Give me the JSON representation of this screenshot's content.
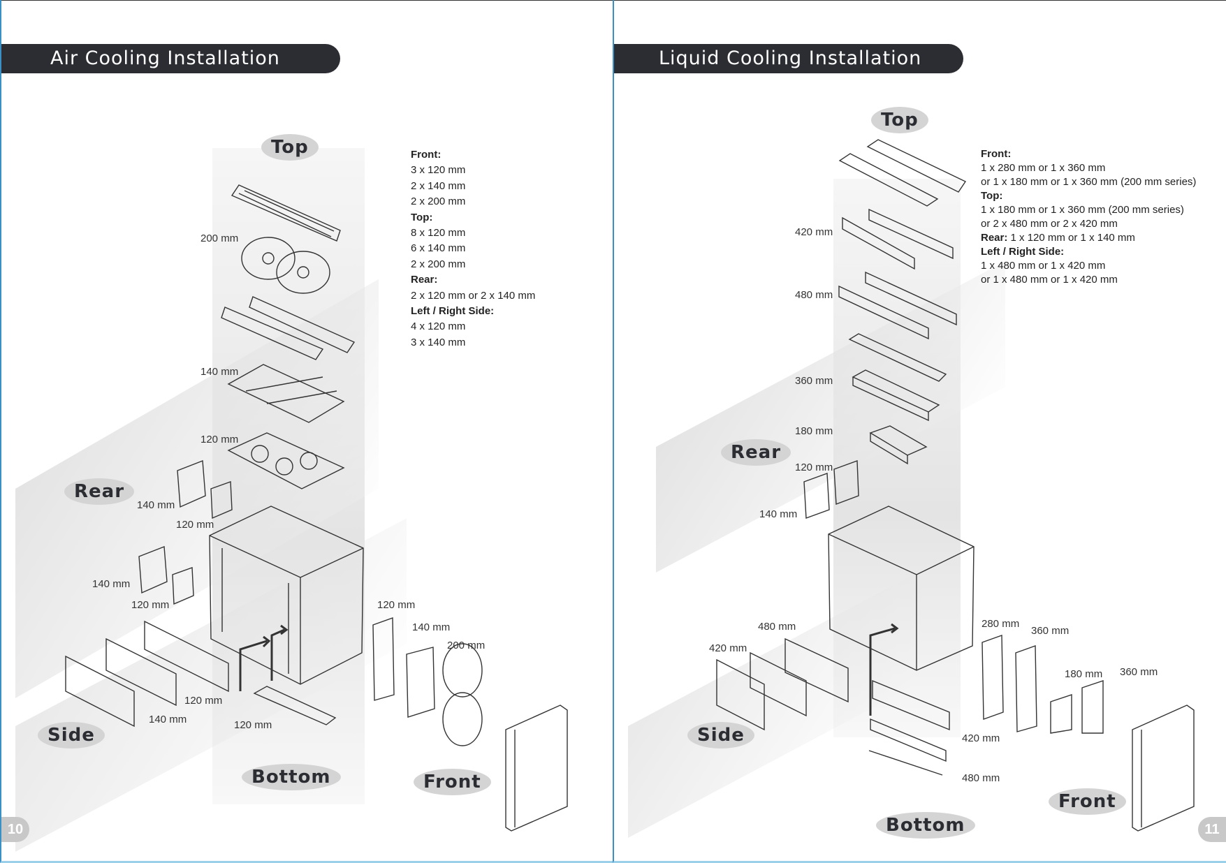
{
  "left_page": {
    "title": "Air Cooling Installation",
    "page_number": "10",
    "zones": {
      "top": "Top",
      "rear": "Rear",
      "side": "Side",
      "bottom": "Bottom",
      "front": "Front"
    },
    "size_labels": {
      "top_200": "200 mm",
      "top_140": "140 mm",
      "top_120": "120 mm",
      "rear_140": "140 mm",
      "rear_120": "120 mm",
      "side_140a": "140 mm",
      "side_120a": "120 mm",
      "side_120b": "120 mm",
      "side_140b": "140 mm",
      "bottom_120": "120 mm",
      "front_120": "120 mm",
      "front_140": "140 mm",
      "front_200": "200 mm"
    },
    "specs": [
      {
        "heading": "Front:",
        "lines": [
          "3 x 120 mm",
          "2 x 140 mm",
          "2 x 200 mm"
        ]
      },
      {
        "heading": "Top:",
        "lines": [
          "8 x 120 mm",
          "6 x 140 mm",
          "2 x 200 mm"
        ]
      },
      {
        "heading": "Rear:",
        "lines": [
          "2 x 120 mm or 2 x 140 mm"
        ]
      },
      {
        "heading": "Left / Right Side:",
        "lines": [
          "4 x 120 mm",
          "3 x 140 mm"
        ]
      }
    ]
  },
  "right_page": {
    "title": "Liquid Cooling Installation",
    "page_number": "11",
    "zones": {
      "top": "Top",
      "rear": "Rear",
      "side": "Side",
      "bottom": "Bottom",
      "front": "Front"
    },
    "size_labels": {
      "top_420": "420 mm",
      "top_480": "480 mm",
      "top_360": "360 mm",
      "top_180": "180 mm",
      "rear_120": "120 mm",
      "rear_140": "140 mm",
      "side_480": "480 mm",
      "side_420": "420 mm",
      "bottom_420": "420 mm",
      "bottom_480": "480 mm",
      "front_280": "280 mm",
      "front_360a": "360 mm",
      "front_180": "180 mm",
      "front_360b": "360 mm"
    },
    "specs": {
      "front_heading": "Front:",
      "front_lines": [
        "1 x 280 mm or 1 x 360 mm",
        "or 1 x 180 mm or 1 x 360 mm (200 mm series)"
      ],
      "top_heading": "Top:",
      "top_lines": [
        "1 x 180 mm or 1 x 360 mm (200 mm series)",
        "or 2 x 480 mm  or 2 x 420 mm"
      ],
      "rear_heading": "Rear:",
      "rear_text": " 1 x 120 mm or 1 x 140 mm",
      "side_heading": "Left / Right Side:",
      "side_lines": [
        "1 x 480 mm or 1 x 420 mm",
        "or 1 x 480 mm or 1 x 420 mm"
      ]
    }
  }
}
